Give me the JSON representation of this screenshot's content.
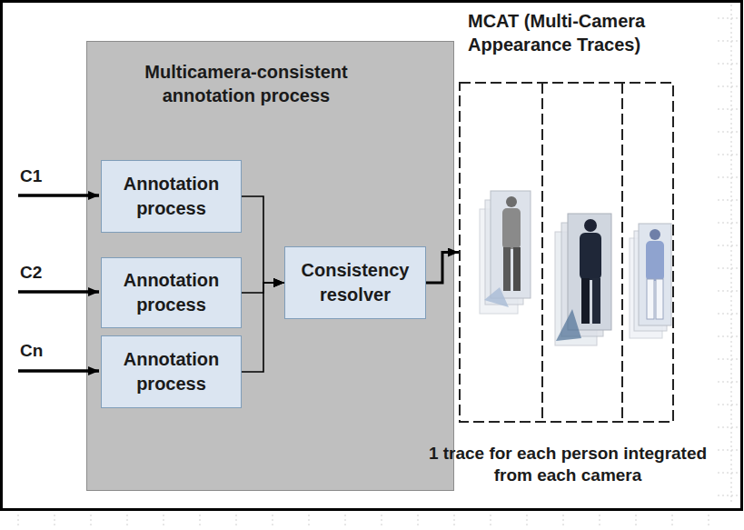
{
  "diagram": {
    "nodes": [
      {
        "text": [
          "Multicamera-consistent annotation process"
        ]
      },
      {
        "text": [
          "Annotation process"
        ],
        "in": 0
      },
      {
        "text": [
          "Annotation process"
        ],
        "in": 0
      },
      {
        "text": [
          "Annotation process"
        ],
        "in": 0
      },
      {
        "text": [
          "Consistency resolver"
        ],
        "in": 0
      },
      {
        "text": [
          "MCAT (Multi-Camera Appearance Traces)",
          "1 trace for each person integrated from each camera"
        ]
      }
    ],
    "edges": [
      {
        "from": 1,
        "to": 4,
        "arrow": "to"
      },
      {
        "from": 2,
        "to": 4,
        "arrow": "to"
      },
      {
        "from": 3,
        "to": 4,
        "arrow": "to"
      },
      {
        "from": 4,
        "to": 5,
        "arrow": "to"
      }
    ],
    "labels": [
      "C1",
      "C2",
      "Cn"
    ]
  }
}
